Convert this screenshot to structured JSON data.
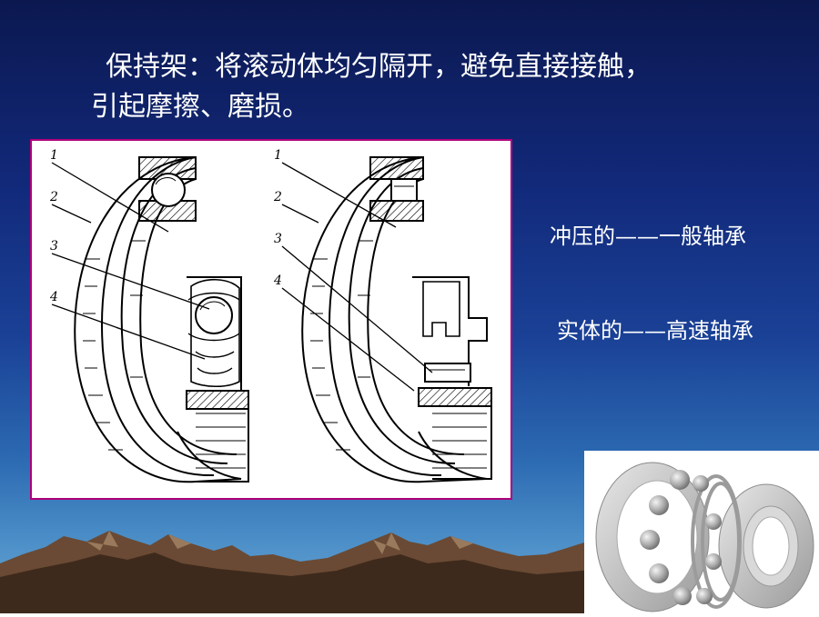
{
  "slide": {
    "title_line1": "保持架：将滚动体均匀隔开，避免直接接触，",
    "title_line2": "引起摩擦、磨损。",
    "label_stamped": "冲压的——一般轴承",
    "label_solid": "实体的——高速轴承"
  },
  "drawing": {
    "left_callouts": [
      "1",
      "2",
      "3",
      "4"
    ],
    "right_callouts": [
      "1",
      "2",
      "3",
      "4"
    ]
  },
  "colors": {
    "frame_border": "#b1007a",
    "text": "#ffffff",
    "sky_top": "#0b1850",
    "sky_bottom": "#6ca7d4"
  }
}
